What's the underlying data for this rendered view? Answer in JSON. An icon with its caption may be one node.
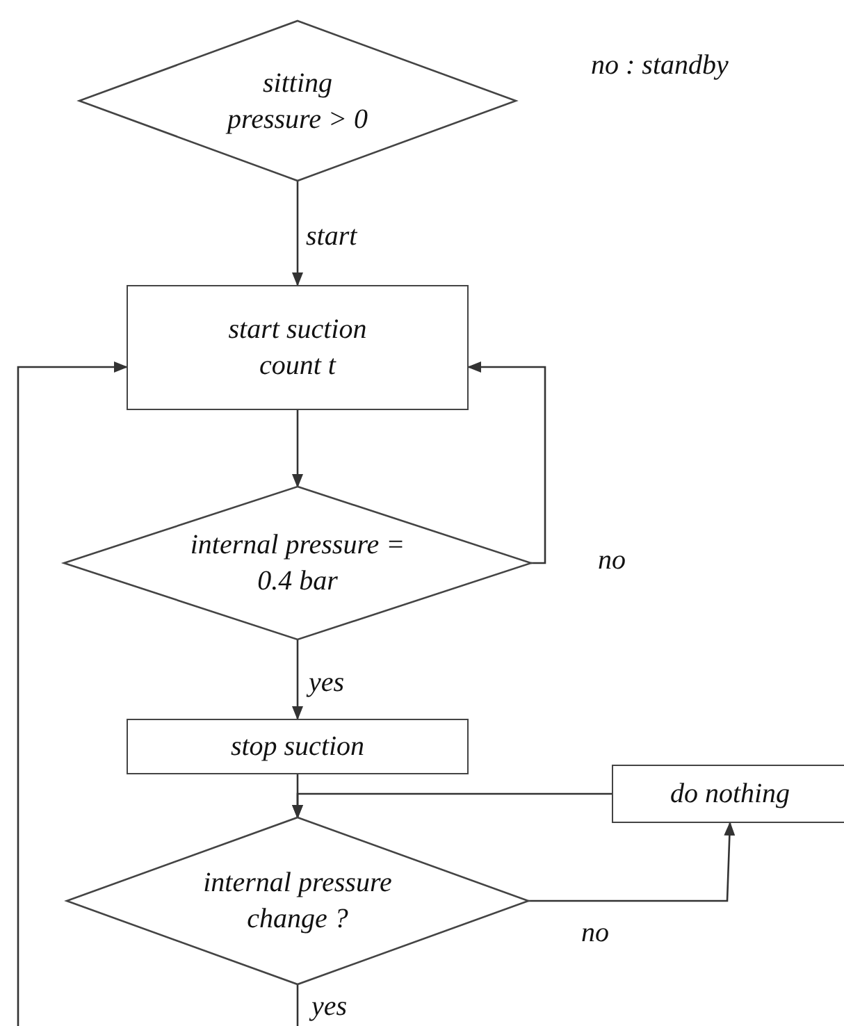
{
  "diagram": {
    "nodes": [
      {
        "text": [
          "sitting pressure > 0"
        ]
      },
      {
        "text": [
          "start suction count t"
        ]
      },
      {
        "text": [
          "internal pressure = 0.4 bar"
        ]
      },
      {
        "text": [
          "stop suction"
        ]
      },
      {
        "text": [
          "do nothing"
        ]
      },
      {
        "text": [
          "internal pressure change ?"
        ]
      }
    ],
    "edges": [
      {
        "from": 0,
        "to": 1,
        "arrow": "to",
        "label": "start"
      },
      {
        "from": 1,
        "to": 2,
        "arrow": "to"
      },
      {
        "from": 2,
        "to": 1,
        "arrow": "to",
        "label": "no"
      },
      {
        "from": 2,
        "to": 3,
        "arrow": "to",
        "label": "yes"
      },
      {
        "from": 3,
        "to": 5,
        "arrow": "to"
      },
      {
        "from": 4,
        "to": 5,
        "arrow": "to"
      },
      {
        "from": 5,
        "to": 4,
        "arrow": "to",
        "label": "no"
      },
      {
        "from": 5,
        "to": null,
        "arrow": "none",
        "label": "yes"
      },
      {
        "from": null,
        "to": 1,
        "arrow": "to"
      }
    ],
    "labels": [
      "no : standby"
    ]
  }
}
